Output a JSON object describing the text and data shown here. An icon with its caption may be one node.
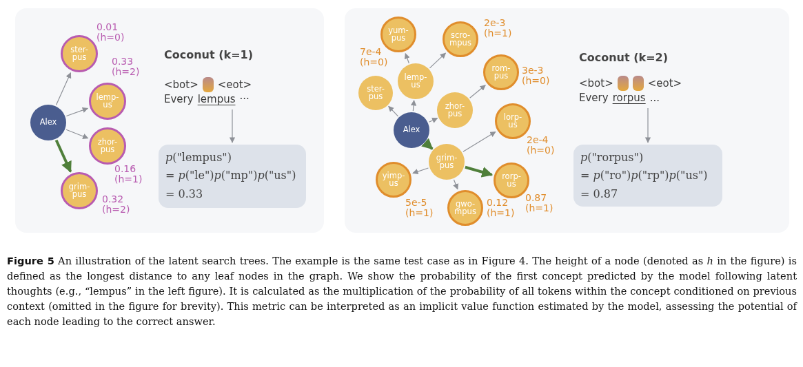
{
  "diagram": {
    "caption": "**Figure 5** An illustration of the latent search trees. The example is the same test case as in Figure 4. The height of a node (denoted as *h* in the figure) is defined as the longest distance to any leaf nodes in the graph. We show the probability of the first concept predicted by the model following latent thoughts (e.g., “lempus” in the left figure). It is calculated as the multiplication of the probability of all tokens within the concept conditioned on previous context (omitted in the figure for brevity). This metric can be interpreted as an implicit value function estimated by the model, assessing the potential of each node leading to the correct answer.",
    "nodes": [
      {
        "text": [
          "Alex"
        ]
      },
      {
        "text": [
          "ster-pus"
        ],
        "beside": [
          "0.01 (h=0)"
        ]
      },
      {
        "text": [
          "lemp-us"
        ],
        "beside": [
          "0.33 (h=2)"
        ]
      },
      {
        "text": [
          "zhor-pus"
        ],
        "beside": [
          "0.16 (h=1)"
        ]
      },
      {
        "text": [
          "grim-pus"
        ],
        "beside": [
          "0.32 (h=2)"
        ]
      },
      {
        "text": [
          "<bot>",
          "<eot>",
          "Every",
          "lempus",
          "···"
        ]
      },
      {
        "text": [
          "*p*(\"lempus\")",
          "= *p*(\"le\")*p*(\"mp\")*p*(\"us\")",
          "= 0.33"
        ]
      },
      {
        "text": [
          "Alex"
        ]
      },
      {
        "text": [
          "ster-pus"
        ]
      },
      {
        "text": [
          "lemp-us"
        ]
      },
      {
        "text": [
          "yum-pus"
        ],
        "beside": [
          "7e-4 (h=0)"
        ]
      },
      {
        "text": [
          "scro-mpus"
        ],
        "beside": [
          "2e-3 (h=1)"
        ]
      },
      {
        "text": [
          "zhor-pus"
        ]
      },
      {
        "text": [
          "rom-pus"
        ],
        "beside": [
          "3e-3 (h=0)"
        ]
      },
      {
        "text": [
          "grim-pus"
        ]
      },
      {
        "text": [
          "lorp-us"
        ],
        "beside": [
          "2e-4 (h=0)"
        ]
      },
      {
        "text": [
          "yimp-us"
        ],
        "beside": [
          "5e-5 (h=1)"
        ]
      },
      {
        "text": [
          "gwo-mpus"
        ],
        "beside": [
          "0.12 (h=1)"
        ]
      },
      {
        "text": [
          "rorp-us"
        ],
        "beside": [
          "0.87 (h=1)"
        ]
      },
      {
        "text": [
          "<bot>",
          "<eot>",
          "Every",
          "rorpus",
          "..."
        ]
      },
      {
        "text": [
          "*p*(\"rorpus\")",
          "= *p*(\"ro\")*p*(\"rp\")*p*(\"us\")",
          "= 0.87"
        ]
      }
    ],
    "edges": [
      {
        "from": 0,
        "to": 1,
        "arrow": "to"
      },
      {
        "from": 0,
        "to": 2,
        "arrow": "to"
      },
      {
        "from": 0,
        "to": 3,
        "arrow": "to"
      },
      {
        "from": 0,
        "to": 4,
        "arrow": "to",
        "style": "thick",
        "color": "#4f7f3a"
      },
      {
        "from": 5,
        "to": 6,
        "arrow": "to"
      },
      {
        "from": 7,
        "to": 8,
        "arrow": "to"
      },
      {
        "from": 7,
        "to": 9,
        "arrow": "to"
      },
      {
        "from": 9,
        "to": 10,
        "arrow": "to"
      },
      {
        "from": 9,
        "to": 11,
        "arrow": "to"
      },
      {
        "from": 7,
        "to": 12,
        "arrow": "to"
      },
      {
        "from": 12,
        "to": 13,
        "arrow": "to"
      },
      {
        "from": 7,
        "to": 14,
        "arrow": "to",
        "style": "thick",
        "color": "#4f7f3a"
      },
      {
        "from": 14,
        "to": 15,
        "arrow": "to"
      },
      {
        "from": 14,
        "to": 16,
        "arrow": "to"
      },
      {
        "from": 14,
        "to": 17,
        "arrow": "to"
      },
      {
        "from": 14,
        "to": 18,
        "arrow": "to",
        "style": "thick",
        "color": "#4f7f3a"
      },
      {
        "from": 19,
        "to": 20,
        "arrow": "to"
      }
    ],
    "labels": [
      "Coconut (k=1)",
      "Coconut (k=2)"
    ]
  }
}
